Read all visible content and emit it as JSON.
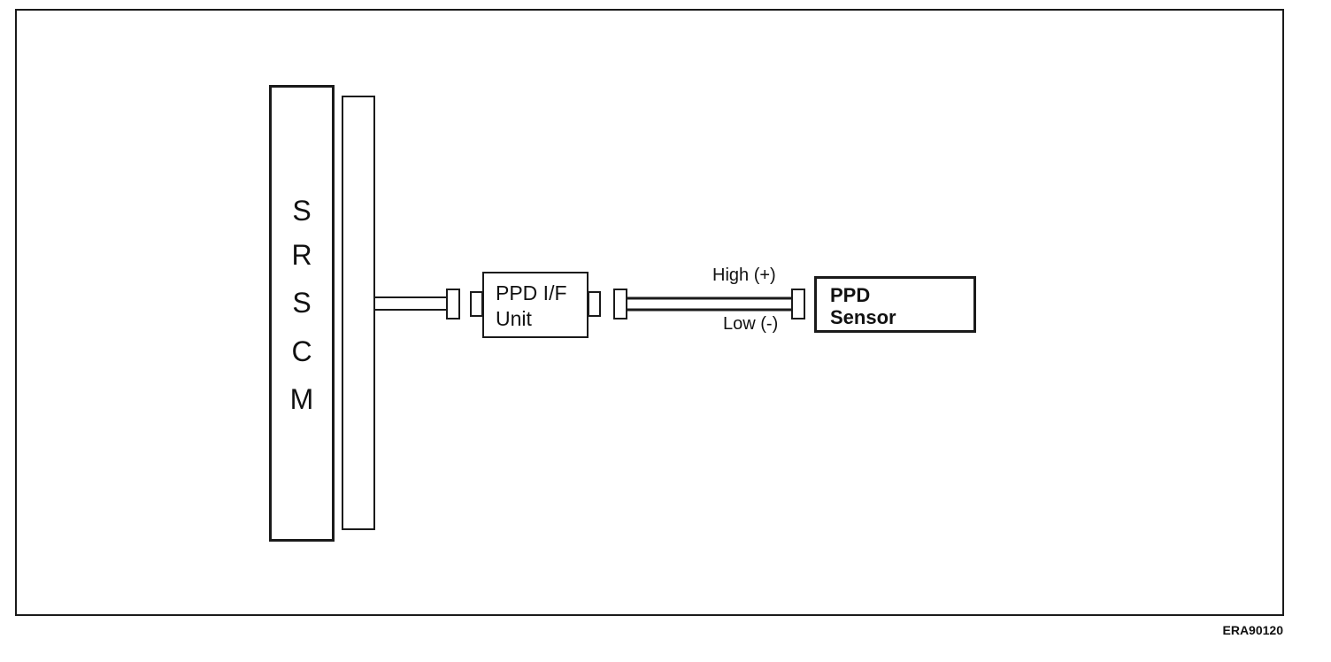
{
  "diagram": {
    "srscm": {
      "letters": [
        "S",
        "R",
        "S",
        "C",
        "M"
      ]
    },
    "interface_unit": {
      "line1": "PPD I/F",
      "line2": "Unit"
    },
    "sensor": {
      "line1": "PPD",
      "line2": "Sensor"
    },
    "wires": {
      "high": "High (+)",
      "low": "Low (-)"
    },
    "figure_id": "ERA90120"
  }
}
